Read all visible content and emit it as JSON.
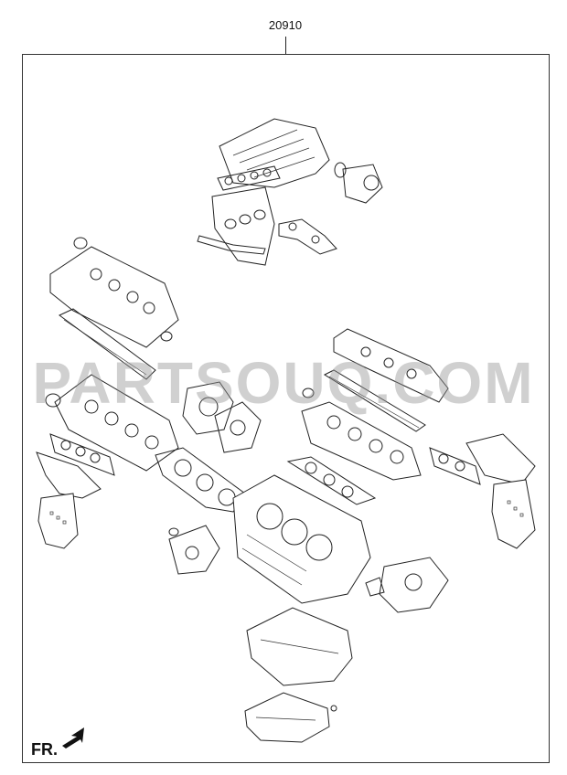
{
  "diagram": {
    "part_number": "20910",
    "watermark": "PARTSOUQ.COM",
    "front_label": "FR."
  }
}
